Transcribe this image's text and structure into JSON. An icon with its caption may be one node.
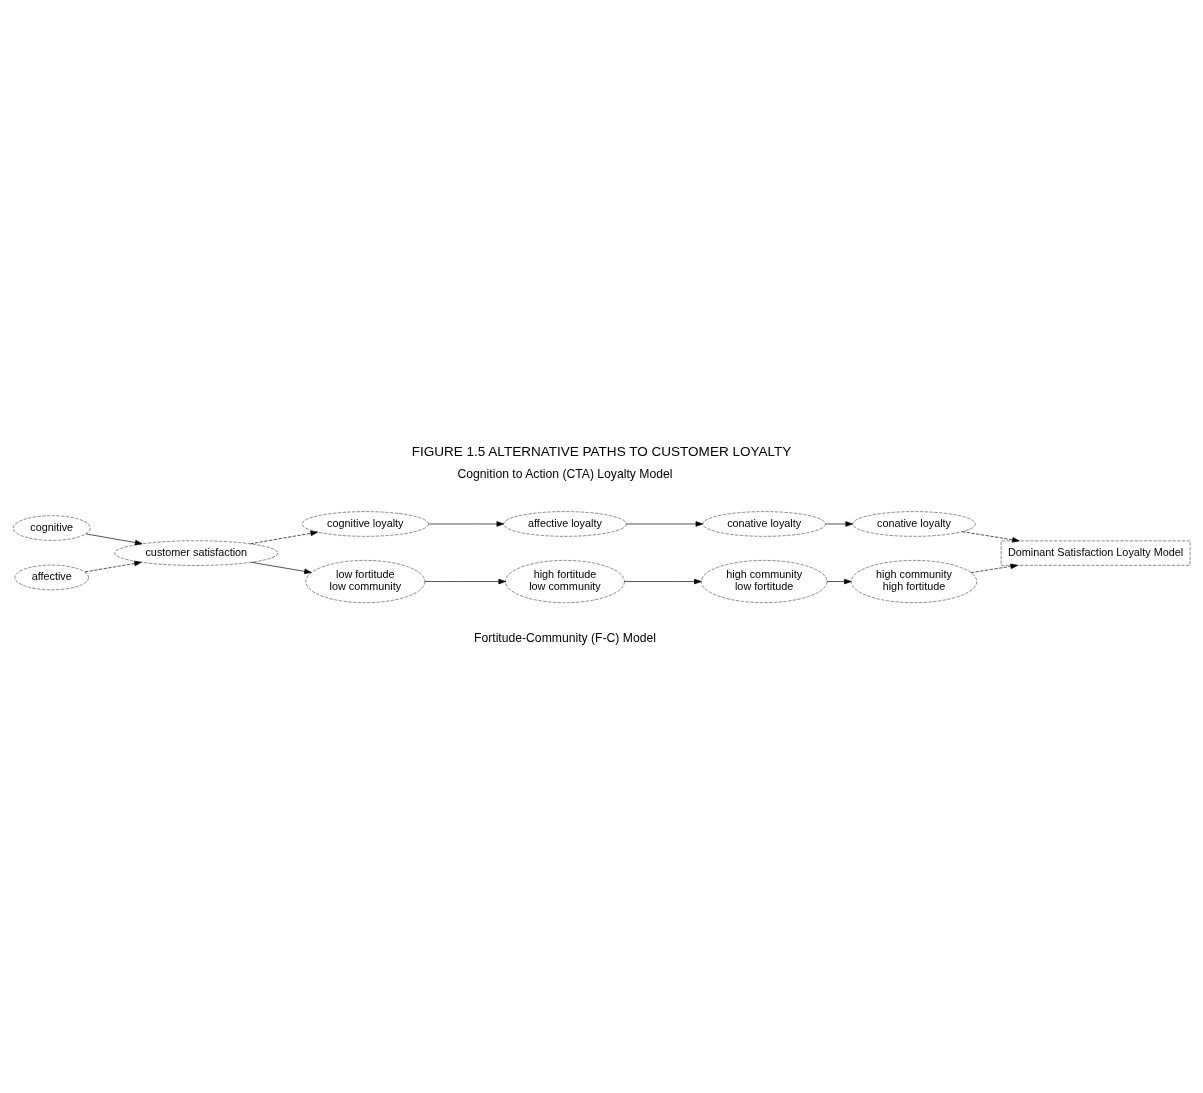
{
  "diagram": {
    "title": "FIGURE 1.5 ALTERNATIVE PATHS TO CUSTOMER LOYALTY",
    "nodes": [
      {
        "text": [
          "cognitive"
        ]
      },
      {
        "text": [
          "affective"
        ]
      },
      {
        "text": [
          "customer satisfaction"
        ]
      },
      {
        "text": [
          "cognitive loyalty"
        ]
      },
      {
        "text": [
          "affective loyalty"
        ]
      },
      {
        "text": [
          "conative loyalty"
        ]
      },
      {
        "text": [
          "conative loyalty"
        ]
      },
      {
        "text": [
          "Dominant Satisfaction Loyalty Model"
        ]
      },
      {
        "text": [
          "low fortitude",
          "low community"
        ]
      },
      {
        "text": [
          "high fortitude",
          "low community"
        ]
      },
      {
        "text": [
          "high community",
          "low fortitude"
        ]
      },
      {
        "text": [
          "high community",
          "high fortitude"
        ]
      }
    ],
    "edges": [
      {
        "from": 0,
        "to": 2,
        "arrow": "to"
      },
      {
        "from": 1,
        "to": 2,
        "arrow": "to",
        "style": "dashed"
      },
      {
        "from": 2,
        "to": 3,
        "arrow": "to",
        "style": "dashed"
      },
      {
        "from": 3,
        "to": 4,
        "arrow": "to"
      },
      {
        "from": 4,
        "to": 5,
        "arrow": "to"
      },
      {
        "from": 5,
        "to": 6,
        "arrow": "to"
      },
      {
        "from": 6,
        "to": 7,
        "arrow": "to",
        "style": "dashed"
      },
      {
        "from": 2,
        "to": 8,
        "arrow": "to"
      },
      {
        "from": 8,
        "to": 9,
        "arrow": "to"
      },
      {
        "from": 9,
        "to": 10,
        "arrow": "to"
      },
      {
        "from": 10,
        "to": 11,
        "arrow": "to"
      },
      {
        "from": 11,
        "to": 7,
        "arrow": "to",
        "style": "dashed"
      }
    ],
    "labels": [
      "Cognition to Action (CTA) Loyalty Model",
      "Fortitude-Community (F-C) Model"
    ]
  }
}
